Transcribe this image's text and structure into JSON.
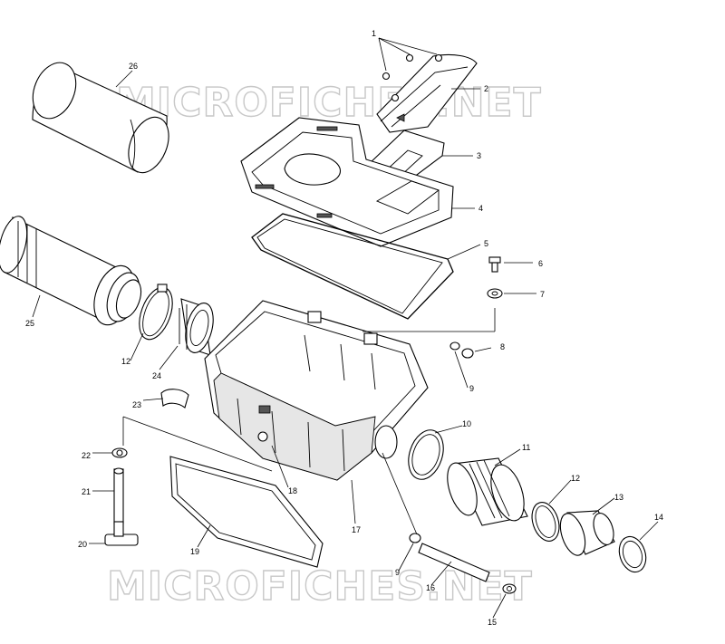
{
  "watermark": {
    "top": "MICROFICHES.NET",
    "bottom": "MICROFICHES.NET"
  },
  "callouts": [
    {
      "id": "c1",
      "label": "1"
    },
    {
      "id": "c2",
      "label": "2"
    },
    {
      "id": "c3",
      "label": "3"
    },
    {
      "id": "c4",
      "label": "4"
    },
    {
      "id": "c5",
      "label": "5"
    },
    {
      "id": "c6",
      "label": "6"
    },
    {
      "id": "c7",
      "label": "7"
    },
    {
      "id": "c8",
      "label": "8"
    },
    {
      "id": "c9a",
      "label": "9"
    },
    {
      "id": "c9b",
      "label": "9"
    },
    {
      "id": "c10",
      "label": "10"
    },
    {
      "id": "c11",
      "label": "11"
    },
    {
      "id": "c12a",
      "label": "12"
    },
    {
      "id": "c12b",
      "label": "12"
    },
    {
      "id": "c13",
      "label": "13"
    },
    {
      "id": "c14",
      "label": "14"
    },
    {
      "id": "c15",
      "label": "15"
    },
    {
      "id": "c16",
      "label": "16"
    },
    {
      "id": "c17",
      "label": "17"
    },
    {
      "id": "c18",
      "label": "18"
    },
    {
      "id": "c19",
      "label": "19"
    },
    {
      "id": "c20",
      "label": "20"
    },
    {
      "id": "c21",
      "label": "21"
    },
    {
      "id": "c22",
      "label": "22"
    },
    {
      "id": "c23",
      "label": "23"
    },
    {
      "id": "c24",
      "label": "24"
    },
    {
      "id": "c25",
      "label": "25"
    },
    {
      "id": "c26",
      "label": "26"
    }
  ]
}
